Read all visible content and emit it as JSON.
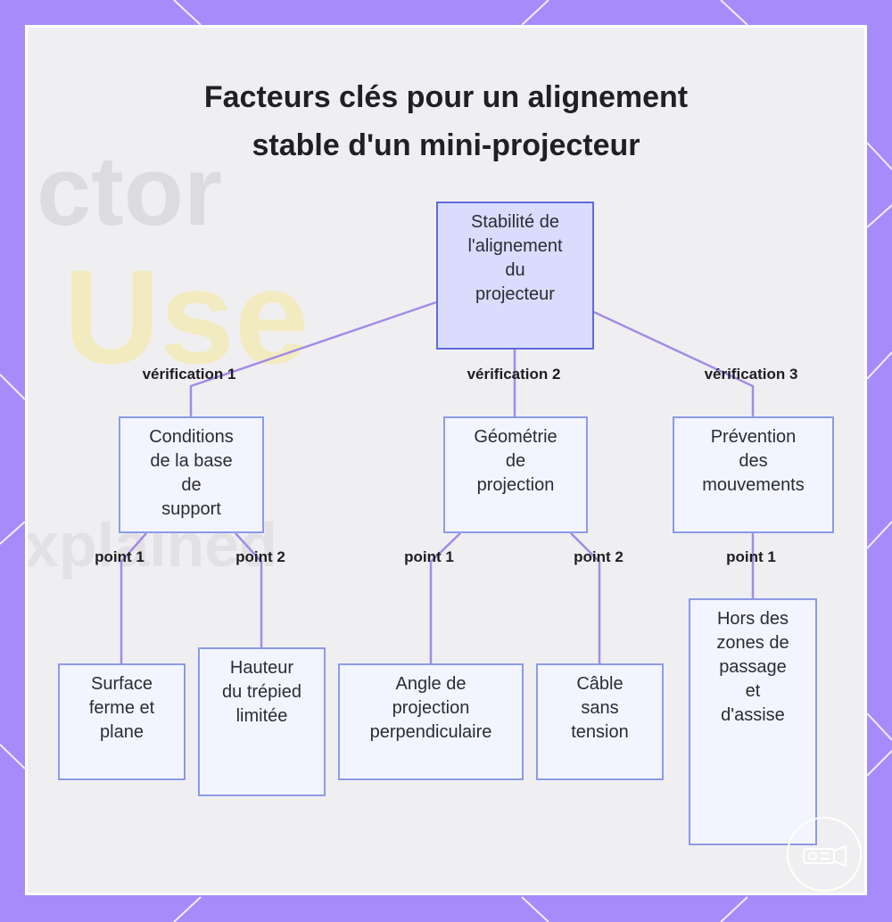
{
  "title": {
    "line1": "Facteurs clés pour un alignement",
    "line2": "stable d'un mini-projecteur"
  },
  "background_text": {
    "word1": "ctor",
    "word2": "Use",
    "word3": "xplained"
  },
  "nodes": {
    "root": "Stabilité de\nl'alignement\ndu\nprojecteur",
    "conditions": "Conditions\nde la base\nde\nsupport",
    "geometrie": "Géométrie\nde\nprojection",
    "prevention": "Prévention\ndes\nmouvements",
    "surface": "Surface\nferme et\nplane",
    "hauteur": "Hauteur\ndu trépied\nlimitée",
    "angle": "Angle de\nprojection\nperpendiculaire",
    "cable": "Câble\nsans\ntension",
    "hors": "Hors des\nzones de\npassage\net\nd'assise"
  },
  "edge_labels": {
    "v1": "vérification 1",
    "v2": "vérification 2",
    "v3": "vérification 3",
    "c_p1": "point 1",
    "c_p2": "point 2",
    "g_p1": "point 1",
    "g_p2": "point 2",
    "p_p1": "point 1"
  },
  "colors": {
    "frame": "#a78bfa",
    "root_fill": "#d9dcfd",
    "node_fill": "#f2f5ff",
    "node_border": "#8c9be6",
    "edge": "#a48be6"
  },
  "icons": [
    "projector-icon"
  ]
}
